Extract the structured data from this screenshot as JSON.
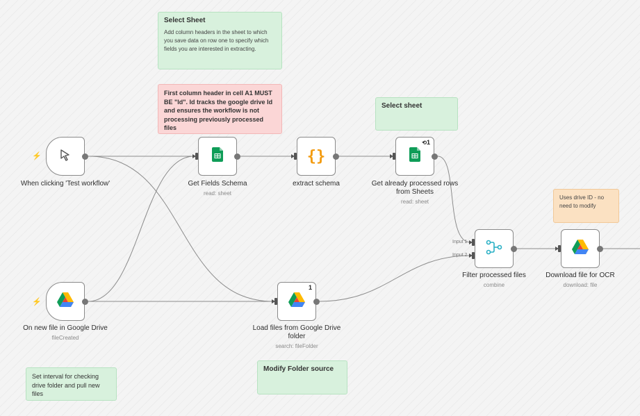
{
  "notes": {
    "select_sheet_top": {
      "title": "Select Sheet",
      "body": "Add column headers in the sheet to which you save data on row one to specify which fields you are interested in extracting."
    },
    "id_warning": {
      "body": "First column header in cell A1 MUST BE \"Id\". Id tracks the google drive Id and ensures the workflow is not processing previously processed files"
    },
    "select_sheet_mid": {
      "title": "Select sheet"
    },
    "drive_id": {
      "body": "Uses drive ID - no need to modify"
    },
    "interval": {
      "body": "Set interval for checking drive folder and pull new files"
    },
    "modify_folder": {
      "title": "Modify Folder source"
    }
  },
  "nodes": {
    "manual_trigger": {
      "name": "When clicking 'Test workflow'",
      "icon": "cursor-icon"
    },
    "drive_trigger": {
      "name": "On new file in Google Drive",
      "sub": "fileCreated",
      "icon": "google-drive-icon"
    },
    "get_fields_schema": {
      "name": "Get Fields Schema",
      "sub": "read: sheet",
      "icon": "google-sheets-icon"
    },
    "extract_schema": {
      "name": "extract schema",
      "icon": "code-braces-icon"
    },
    "get_processed_rows": {
      "name": "Get already processed rows from Sheets",
      "sub": "read: sheet",
      "icon": "google-sheets-icon",
      "badge": "1"
    },
    "load_files": {
      "name": "Load files from Google Drive folder",
      "sub": "search: fileFolder",
      "icon": "google-drive-icon",
      "badge": "1"
    },
    "filter_processed": {
      "name": "Filter processed files",
      "sub": "combine",
      "icon": "merge-icon",
      "input1": "Input 1",
      "input2": "Input 2"
    },
    "download_file": {
      "name": "Download file for OCR",
      "sub": "download: file",
      "icon": "google-drive-icon"
    }
  },
  "colors": {
    "trigger_bolt": "#ff6d5a",
    "sheets_green": "#0f9d58",
    "code_orange": "#f39c12",
    "merge_teal": "#2ab0c5",
    "wire": "#8c8c8c"
  }
}
